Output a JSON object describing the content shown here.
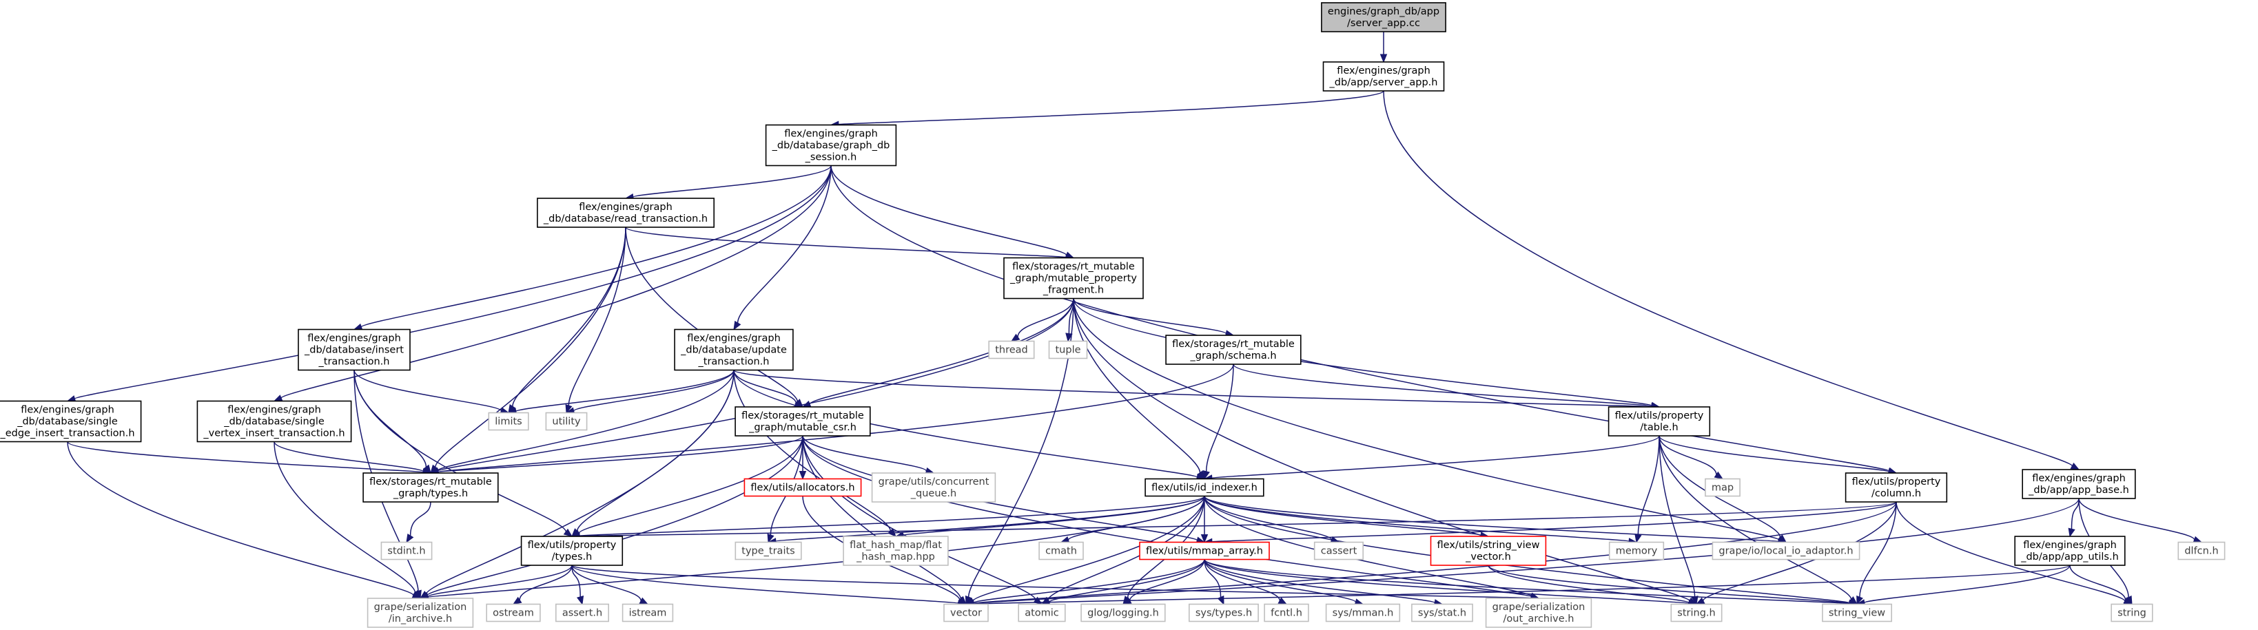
{
  "diagram": {
    "colors": {
      "edge": "#191970",
      "root_fill": "#bfbfbf",
      "box_border": "#000000",
      "red_border": "#ff0000",
      "gray_border": "#bfbfbf",
      "gray_text": "#404040",
      "text": "#000000"
    },
    "nodes": [
      {
        "id": "server_app_cc",
        "label": [
          "engines/graph_db/app",
          "/server_app.cc"
        ],
        "style": "root"
      },
      {
        "id": "server_app_h",
        "label": [
          "flex/engines/graph",
          "_db/app/server_app.h"
        ],
        "style": "box"
      },
      {
        "id": "graph_db_session",
        "label": [
          "flex/engines/graph",
          "_db/database/graph_db",
          "_session.h"
        ],
        "style": "box"
      },
      {
        "id": "app_base",
        "label": [
          "flex/engines/graph",
          "_db/app/app_base.h"
        ],
        "style": "box"
      },
      {
        "id": "read_transaction",
        "label": [
          "flex/engines/graph",
          "_db/database/read_transaction.h"
        ],
        "style": "box"
      },
      {
        "id": "mutable_property_fragment",
        "label": [
          "flex/storages/rt_mutable",
          "_graph/mutable_property",
          "_fragment.h"
        ],
        "style": "box"
      },
      {
        "id": "insert_transaction",
        "label": [
          "flex/engines/graph",
          "_db/database/insert",
          "_transaction.h"
        ],
        "style": "box"
      },
      {
        "id": "update_transaction",
        "label": [
          "flex/engines/graph",
          "_db/database/update",
          "_transaction.h"
        ],
        "style": "box"
      },
      {
        "id": "schema",
        "label": [
          "flex/storages/rt_mutable",
          "_graph/schema.h"
        ],
        "style": "box"
      },
      {
        "id": "single_edge_insert",
        "label": [
          "flex/engines/graph",
          "_db/database/single",
          "_edge_insert_transaction.h"
        ],
        "style": "box"
      },
      {
        "id": "single_vertex_insert",
        "label": [
          "flex/engines/graph",
          "_db/database/single",
          "_vertex_insert_transaction.h"
        ],
        "style": "box"
      },
      {
        "id": "mutable_csr",
        "label": [
          "flex/storages/rt_mutable",
          "_graph/mutable_csr.h"
        ],
        "style": "box"
      },
      {
        "id": "table",
        "label": [
          "flex/utils/property",
          "/table.h"
        ],
        "style": "box"
      },
      {
        "id": "rt_types",
        "label": [
          "flex/storages/rt_mutable",
          "_graph/types.h"
        ],
        "style": "box"
      },
      {
        "id": "allocators",
        "label": [
          "flex/utils/allocators.h"
        ],
        "style": "red"
      },
      {
        "id": "concurrent_queue",
        "label": [
          "grape/utils/concurrent",
          "_queue.h"
        ],
        "style": "gray"
      },
      {
        "id": "id_indexer",
        "label": [
          "flex/utils/id_indexer.h"
        ],
        "style": "box"
      },
      {
        "id": "column",
        "label": [
          "flex/utils/property",
          "/column.h"
        ],
        "style": "box"
      },
      {
        "id": "app_utils",
        "label": [
          "flex/engines/graph",
          "_db/app/app_utils.h"
        ],
        "style": "box"
      },
      {
        "id": "prop_types",
        "label": [
          "flex/utils/property",
          "/types.h"
        ],
        "style": "box"
      },
      {
        "id": "mmap_array",
        "label": [
          "flex/utils/mmap_array.h"
        ],
        "style": "red"
      },
      {
        "id": "string_view_vector",
        "label": [
          "flex/utils/string_view",
          "_vector.h"
        ],
        "style": "red"
      },
      {
        "id": "flat_hash_map",
        "label": [
          "flat_hash_map/flat",
          "_hash_map.hpp"
        ],
        "style": "gray"
      },
      {
        "id": "thread",
        "label": [
          "thread"
        ],
        "style": "gray"
      },
      {
        "id": "tuple",
        "label": [
          "tuple"
        ],
        "style": "gray"
      },
      {
        "id": "limits",
        "label": [
          "limits"
        ],
        "style": "gray"
      },
      {
        "id": "utility",
        "label": [
          "utility"
        ],
        "style": "gray"
      },
      {
        "id": "map",
        "label": [
          "map"
        ],
        "style": "gray"
      },
      {
        "id": "dlfcn",
        "label": [
          "dlfcn.h"
        ],
        "style": "gray"
      },
      {
        "id": "stdint",
        "label": [
          "stdint.h"
        ],
        "style": "gray"
      },
      {
        "id": "type_traits",
        "label": [
          "type_traits"
        ],
        "style": "gray"
      },
      {
        "id": "cmath",
        "label": [
          "cmath"
        ],
        "style": "gray"
      },
      {
        "id": "cassert",
        "label": [
          "cassert"
        ],
        "style": "gray"
      },
      {
        "id": "memory",
        "label": [
          "memory"
        ],
        "style": "gray"
      },
      {
        "id": "local_io_adaptor",
        "label": [
          "grape/io/local_io_adaptor.h"
        ],
        "style": "gray"
      },
      {
        "id": "in_archive",
        "label": [
          "grape/serialization",
          "/in_archive.h"
        ],
        "style": "gray"
      },
      {
        "id": "ostream",
        "label": [
          "ostream"
        ],
        "style": "gray"
      },
      {
        "id": "assert_h",
        "label": [
          "assert.h"
        ],
        "style": "gray"
      },
      {
        "id": "istream",
        "label": [
          "istream"
        ],
        "style": "gray"
      },
      {
        "id": "vector",
        "label": [
          "vector"
        ],
        "style": "gray"
      },
      {
        "id": "atomic",
        "label": [
          "atomic"
        ],
        "style": "gray"
      },
      {
        "id": "glog",
        "label": [
          "glog/logging.h"
        ],
        "style": "gray"
      },
      {
        "id": "sys_types",
        "label": [
          "sys/types.h"
        ],
        "style": "gray"
      },
      {
        "id": "fcntl",
        "label": [
          "fcntl.h"
        ],
        "style": "gray"
      },
      {
        "id": "sys_mman",
        "label": [
          "sys/mman.h"
        ],
        "style": "gray"
      },
      {
        "id": "sys_stat",
        "label": [
          "sys/stat.h"
        ],
        "style": "gray"
      },
      {
        "id": "out_archive",
        "label": [
          "grape/serialization",
          "/out_archive.h"
        ],
        "style": "gray"
      },
      {
        "id": "string_h",
        "label": [
          "string.h"
        ],
        "style": "gray"
      },
      {
        "id": "string_view",
        "label": [
          "string_view"
        ],
        "style": "gray"
      },
      {
        "id": "string",
        "label": [
          "string"
        ],
        "style": "gray"
      }
    ],
    "edges": [
      [
        "server_app_cc",
        "server_app_h"
      ],
      [
        "server_app_h",
        "graph_db_session"
      ],
      [
        "server_app_h",
        "app_base"
      ],
      [
        "graph_db_session",
        "read_transaction"
      ],
      [
        "graph_db_session",
        "mutable_property_fragment"
      ],
      [
        "graph_db_session",
        "insert_transaction"
      ],
      [
        "graph_db_session",
        "update_transaction"
      ],
      [
        "graph_db_session",
        "single_edge_insert"
      ],
      [
        "graph_db_session",
        "single_vertex_insert"
      ],
      [
        "graph_db_session",
        "column"
      ],
      [
        "read_transaction",
        "mutable_property_fragment"
      ],
      [
        "read_transaction",
        "mutable_csr"
      ],
      [
        "read_transaction",
        "rt_types"
      ],
      [
        "read_transaction",
        "limits"
      ],
      [
        "read_transaction",
        "utility"
      ],
      [
        "mutable_property_fragment",
        "thread"
      ],
      [
        "mutable_property_fragment",
        "tuple"
      ],
      [
        "mutable_property_fragment",
        "schema"
      ],
      [
        "mutable_property_fragment",
        "table"
      ],
      [
        "mutable_property_fragment",
        "mutable_csr"
      ],
      [
        "mutable_property_fragment",
        "id_indexer"
      ],
      [
        "mutable_property_fragment",
        "rt_types"
      ],
      [
        "mutable_property_fragment",
        "vector"
      ],
      [
        "mutable_property_fragment",
        "local_io_adaptor"
      ],
      [
        "mutable_property_fragment",
        "string_h"
      ],
      [
        "insert_transaction",
        "rt_types"
      ],
      [
        "insert_transaction",
        "limits"
      ],
      [
        "insert_transaction",
        "prop_types"
      ],
      [
        "insert_transaction",
        "in_archive"
      ],
      [
        "update_transaction",
        "mutable_csr"
      ],
      [
        "update_transaction",
        "rt_types"
      ],
      [
        "update_transaction",
        "limits"
      ],
      [
        "update_transaction",
        "utility"
      ],
      [
        "update_transaction",
        "table"
      ],
      [
        "update_transaction",
        "id_indexer"
      ],
      [
        "update_transaction",
        "flat_hash_map"
      ],
      [
        "update_transaction",
        "prop_types"
      ],
      [
        "update_transaction",
        "in_archive"
      ],
      [
        "schema",
        "table"
      ],
      [
        "schema",
        "id_indexer"
      ],
      [
        "schema",
        "rt_types"
      ],
      [
        "single_edge_insert",
        "rt_types"
      ],
      [
        "single_edge_insert",
        "in_archive"
      ],
      [
        "single_vertex_insert",
        "rt_types"
      ],
      [
        "single_vertex_insert",
        "in_archive"
      ],
      [
        "mutable_csr",
        "allocators"
      ],
      [
        "mutable_csr",
        "concurrent_queue"
      ],
      [
        "mutable_csr",
        "mmap_array"
      ],
      [
        "mutable_csr",
        "rt_types"
      ],
      [
        "mutable_csr",
        "type_traits"
      ],
      [
        "mutable_csr",
        "vector"
      ],
      [
        "mutable_csr",
        "atomic"
      ],
      [
        "mutable_csr",
        "prop_types"
      ],
      [
        "mutable_csr",
        "in_archive"
      ],
      [
        "mutable_csr",
        "out_archive"
      ],
      [
        "table",
        "id_indexer"
      ],
      [
        "table",
        "column"
      ],
      [
        "table",
        "map"
      ],
      [
        "table",
        "memory"
      ],
      [
        "table",
        "local_io_adaptor"
      ],
      [
        "table",
        "string_view"
      ],
      [
        "table",
        "string_h"
      ],
      [
        "rt_types",
        "stdint"
      ],
      [
        "allocators",
        "vector"
      ],
      [
        "id_indexer",
        "prop_types"
      ],
      [
        "id_indexer",
        "mmap_array"
      ],
      [
        "id_indexer",
        "string_view_vector"
      ],
      [
        "id_indexer",
        "flat_hash_map"
      ],
      [
        "id_indexer",
        "type_traits"
      ],
      [
        "id_indexer",
        "cmath"
      ],
      [
        "id_indexer",
        "cassert"
      ],
      [
        "id_indexer",
        "memory"
      ],
      [
        "id_indexer",
        "local_io_adaptor"
      ],
      [
        "id_indexer",
        "in_archive"
      ],
      [
        "id_indexer",
        "out_archive"
      ],
      [
        "id_indexer",
        "vector"
      ],
      [
        "id_indexer",
        "atomic"
      ],
      [
        "id_indexer",
        "glog"
      ],
      [
        "id_indexer",
        "string_view"
      ],
      [
        "column",
        "mmap_array"
      ],
      [
        "column",
        "prop_types"
      ],
      [
        "column",
        "vector"
      ],
      [
        "column",
        "string_view"
      ],
      [
        "column",
        "string_h"
      ],
      [
        "column",
        "string"
      ],
      [
        "app_base",
        "app_utils"
      ],
      [
        "app_base",
        "dlfcn"
      ],
      [
        "app_base",
        "string"
      ],
      [
        "app_base",
        "vector"
      ],
      [
        "app_utils",
        "vector"
      ],
      [
        "app_utils",
        "string"
      ],
      [
        "app_utils",
        "string_view"
      ],
      [
        "prop_types",
        "in_archive"
      ],
      [
        "prop_types",
        "out_archive"
      ],
      [
        "prop_types",
        "ostream"
      ],
      [
        "prop_types",
        "assert_h"
      ],
      [
        "prop_types",
        "istream"
      ],
      [
        "prop_types",
        "vector"
      ],
      [
        "mmap_array",
        "atomic"
      ],
      [
        "mmap_array",
        "glog"
      ],
      [
        "mmap_array",
        "sys_types"
      ],
      [
        "mmap_array",
        "fcntl"
      ],
      [
        "mmap_array",
        "sys_mman"
      ],
      [
        "mmap_array",
        "sys_stat"
      ],
      [
        "mmap_array",
        "string_view"
      ],
      [
        "mmap_array",
        "string_h"
      ],
      [
        "mmap_array",
        "vector"
      ],
      [
        "string_view_vector",
        "string_h"
      ],
      [
        "string_view_vector",
        "string_view"
      ]
    ]
  }
}
